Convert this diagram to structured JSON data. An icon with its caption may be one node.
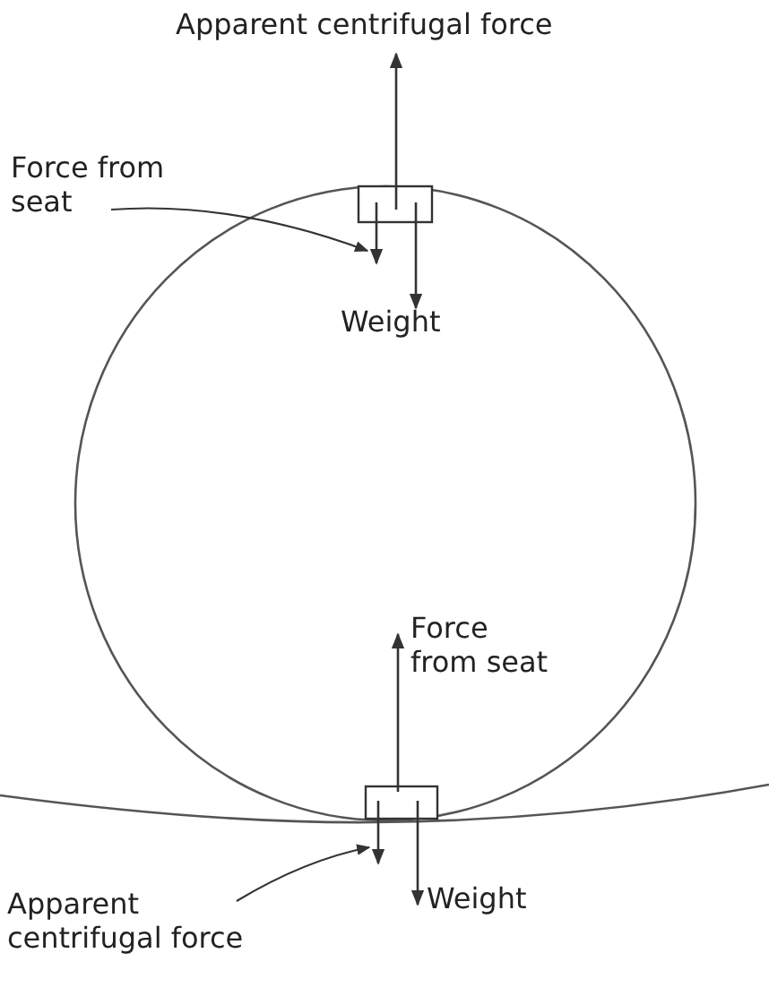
{
  "diagram": {
    "nodes": [
      {
        "text": [
          "Force from seat"
        ]
      },
      {
        "text": [],
        "shape": "arrow"
      },
      {
        "text": [],
        "shape": "arrow"
      },
      {
        "text": [
          "Apparent centrifugal force"
        ]
      }
    ],
    "edges": [
      {
        "from": 0,
        "to": 1,
        "arrow": "to"
      },
      {
        "from": 3,
        "to": 2,
        "arrow": "to"
      }
    ],
    "labels": [
      "Apparent centrifugal force",
      "Weight",
      "Force from seat",
      "Weight"
    ]
  }
}
